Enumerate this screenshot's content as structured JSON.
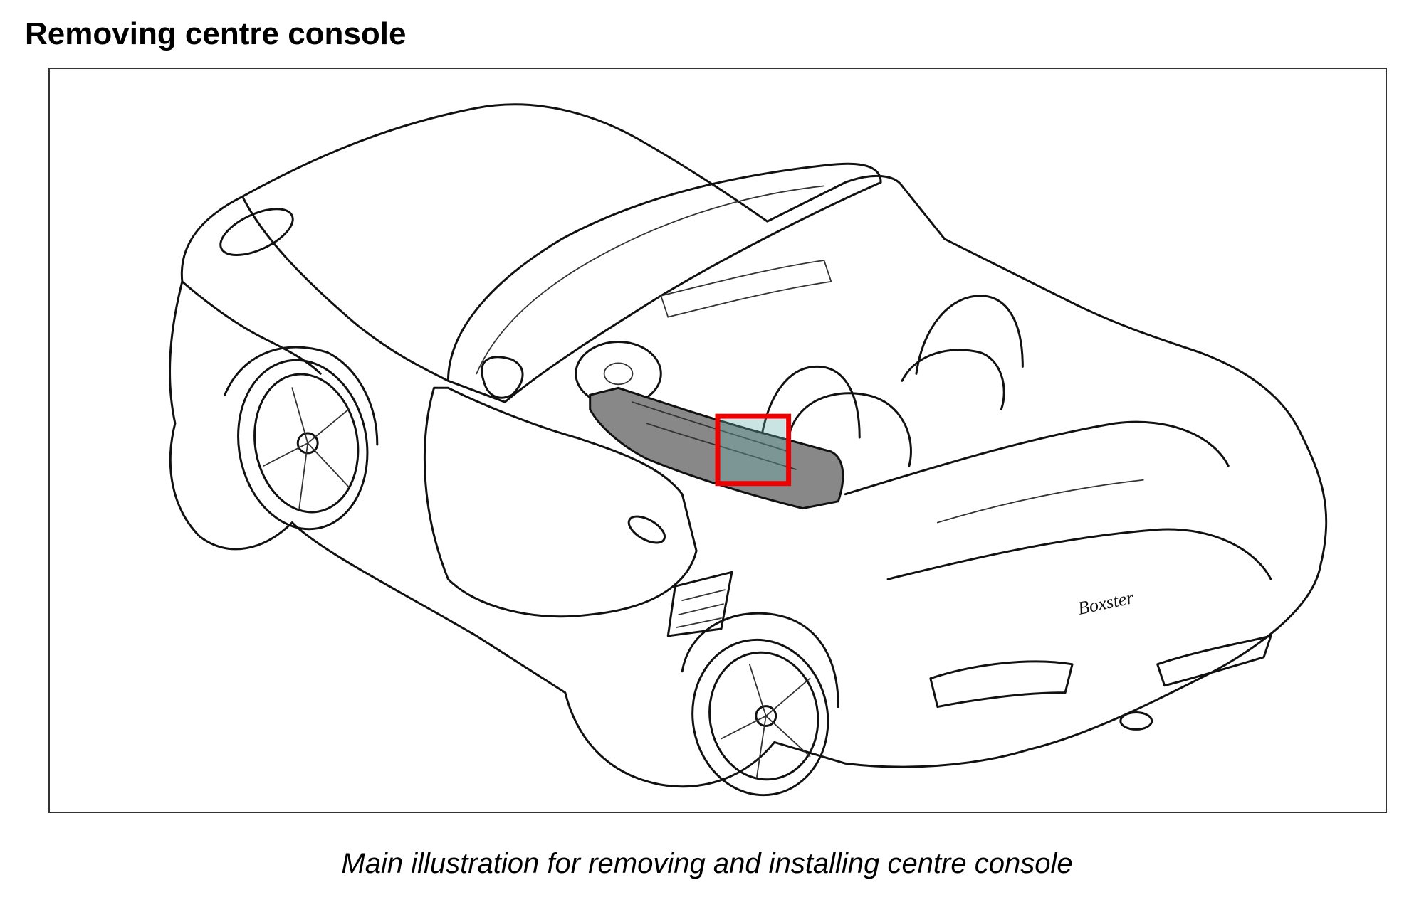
{
  "document": {
    "title": "Removing centre console",
    "caption": "Main illustration for removing and installing centre console",
    "badge_script": "Boxster"
  },
  "figure": {
    "subject": "car-line-drawing",
    "highlight_color": "#ee0000",
    "console_fill": "#888888"
  }
}
